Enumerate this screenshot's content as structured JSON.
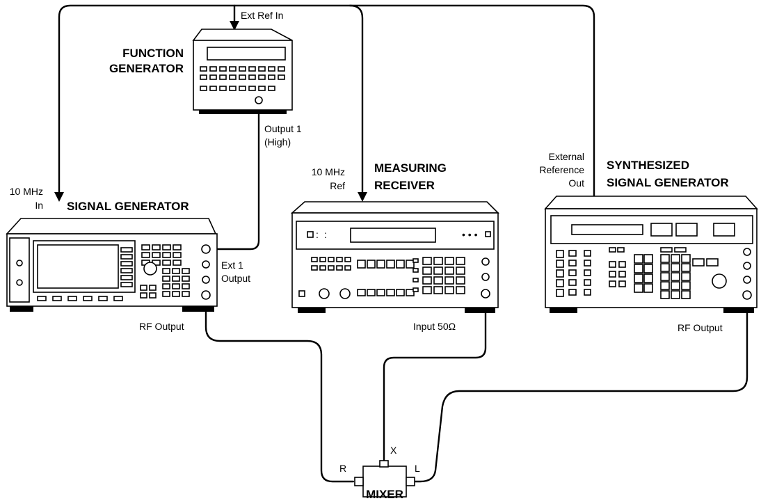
{
  "instruments": {
    "function_generator": [
      "FUNCTION",
      "GENERATOR"
    ],
    "signal_generator": "SIGNAL GENERATOR",
    "measuring_receiver": [
      "MEASURING",
      "RECEIVER"
    ],
    "synthesized_signal_generator": [
      "SYNTHESIZED",
      "SIGNAL GENERATOR"
    ],
    "mixer": "MIXER"
  },
  "ports": {
    "ext_ref_in": "Ext Ref In",
    "output_1": [
      "Output 1",
      "(High)"
    ],
    "ten_mhz_in": [
      "10 MHz",
      "In"
    ],
    "ten_mhz_ref": [
      "10 MHz",
      "Ref"
    ],
    "external_reference_out": [
      "External",
      "Reference",
      "Out"
    ],
    "ext_1_output": [
      "Ext 1",
      "Output"
    ],
    "sg_rf_output": "RF Output",
    "input_50": "Input 50Ω",
    "ssg_rf_output": "RF Output",
    "mixer_r": "R",
    "mixer_x": "X",
    "mixer_l": "L"
  }
}
